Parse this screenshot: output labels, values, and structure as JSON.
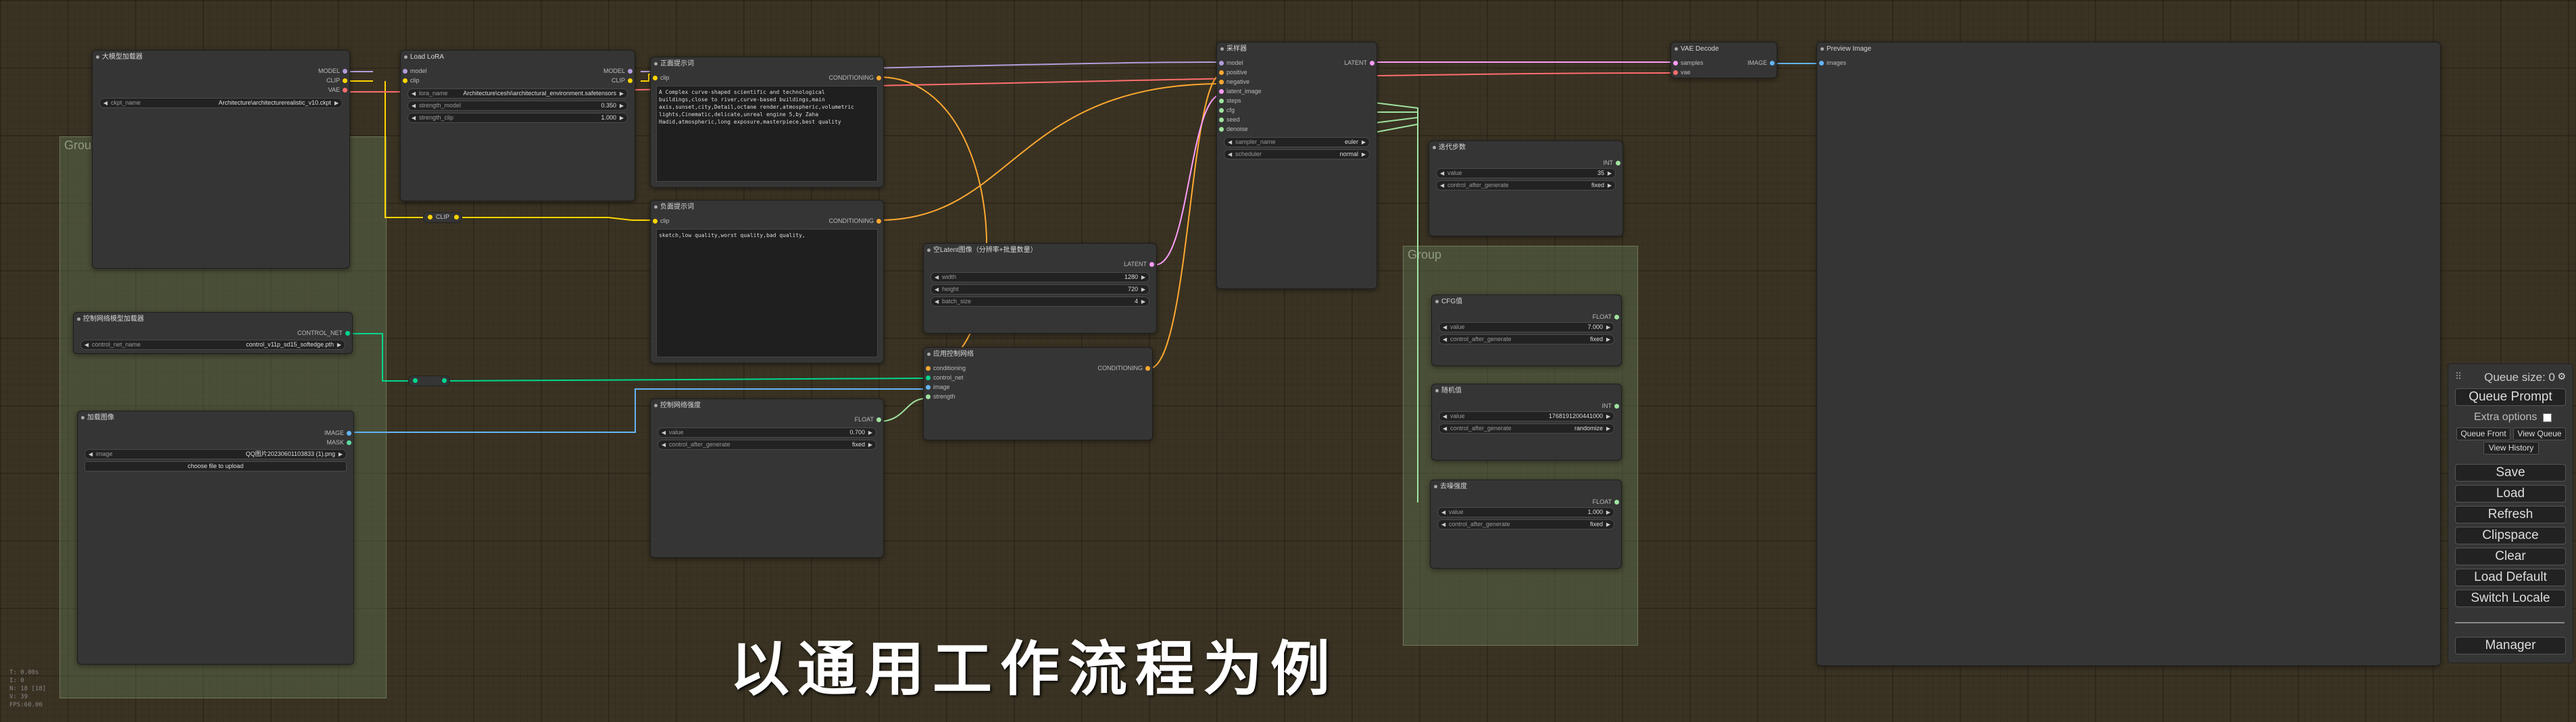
{
  "overlay_title": "以通用工作流程为例",
  "stats": {
    "line1": "T: 0.00s",
    "line2": "I: 0",
    "line3": "N: 18 [18]",
    "line4": "V: 39",
    "line5": "FPS:60.00"
  },
  "groups": {
    "left": "Group",
    "right": "Group"
  },
  "nodes": {
    "ckpt": {
      "title": "大模型加载器",
      "out_model": "MODEL",
      "out_clip": "CLIP",
      "out_vae": "VAE",
      "w_label": "ckpt_name",
      "w_value": "Architecture\\architecturerealistic_v10.ckpt"
    },
    "lora": {
      "title": "Load LoRA",
      "in_model": "model",
      "in_clip": "clip",
      "out_model": "MODEL",
      "out_clip": "CLIP",
      "w1_label": "lora_name",
      "w1_value": "Architecture\\ceshi\\architectural_environment.safetensors",
      "w2_label": "strength_model",
      "w2_value": "0.350",
      "w3_label": "strength_clip",
      "w3_value": "1.000"
    },
    "pos": {
      "title": "正面提示词",
      "in_clip": "clip",
      "out": "CONDITIONING",
      "text": "A Complex curve-shaped scientific and technological buildings,close to river,curve-based buildings,main axis,sunset,city,Detail,octane render,atmospheric,volumetric lights,Cinematic,delicate,unreal engine 5,by Zaha Hadid,atmospheric,long exposure,masterpiece,best quality"
    },
    "neg": {
      "title": "负面提示词",
      "in_clip": "clip",
      "out": "CONDITIONING",
      "text": "sketch,low quality,worst quality,bad quality,"
    },
    "clip_reroute": {
      "label": "CLIP"
    },
    "cn_loader": {
      "title": "控制网络模型加载器",
      "out": "CONTROL_NET",
      "w_label": "control_net_name",
      "w_value": "control_v11p_sd15_softedge.pth"
    },
    "load_image": {
      "title": "加载图像",
      "out_image": "IMAGE",
      "out_mask": "MASK",
      "w_label": "image",
      "w_value": "QQ图片20230601103833 (1).png",
      "upload": "choose file to upload"
    },
    "latent": {
      "title": "空Latent图像（分辨率+批量数量）",
      "out": "LATENT",
      "w1_label": "width",
      "w1_value": "1280",
      "w2_label": "height",
      "w2_value": "720",
      "w3_label": "batch_size",
      "w3_value": "4"
    },
    "apply_cn": {
      "title": "应用控制网络",
      "in1": "conditioning",
      "in2": "control_net",
      "in3": "image",
      "in4": "strength",
      "out": "CONDITIONING"
    },
    "strength": {
      "title": "控制网络强度",
      "out": "FLOAT",
      "w1_label": "value",
      "w1_value": "0.700",
      "w2_label": "control_after_generate",
      "w2_value": "fixed"
    },
    "ksampler": {
      "title": "采样器",
      "in": [
        "model",
        "positive",
        "negative",
        "latent_image",
        "steps",
        "cfg",
        "seed",
        "denoise"
      ],
      "out": "LATENT",
      "w1_label": "sampler_name",
      "w1_value": "euler",
      "w2_label": "scheduler",
      "w2_value": "normal"
    },
    "steps": {
      "title": "迭代步数",
      "out": "INT",
      "w1_label": "value",
      "w1_value": "35",
      "w2_label": "control_after_generate",
      "w2_value": "fixed"
    },
    "cfg": {
      "title": "CFG值",
      "out": "FLOAT",
      "w1_label": "value",
      "w1_value": "7.000",
      "w2_label": "control_after_generate",
      "w2_value": "fixed"
    },
    "seed": {
      "title": "随机值",
      "out": "INT",
      "w1_label": "value",
      "w1_value": "1768191200441000",
      "w2_label": "control_after_generate",
      "w2_value": "randomize"
    },
    "denoise": {
      "title": "去噪强度",
      "out": "FLOAT",
      "w1_label": "value",
      "w1_value": "1.000",
      "w2_label": "control_after_generate",
      "w2_value": "fixed"
    },
    "vae_decode": {
      "title": "VAE Decode",
      "in1": "samples",
      "in2": "vae",
      "out": "IMAGE"
    },
    "preview": {
      "title": "Preview Image",
      "in": "images"
    }
  },
  "menu": {
    "queue_size": "Queue size: 0",
    "queue_prompt": "Queue Prompt",
    "extra_options": "Extra options",
    "queue_front": "Queue Front",
    "view_queue": "View Queue",
    "view_history": "View History",
    "save": "Save",
    "load": "Load",
    "refresh": "Refresh",
    "clipspace": "Clipspace",
    "clear": "Clear",
    "load_default": "Load Default",
    "switch_locale": "Switch Locale",
    "manager": "Manager"
  },
  "colors": {
    "model": "#b39ddb",
    "clip": "#ffd500",
    "vae": "#ff6e6e",
    "conditioning": "#ffa931",
    "latent": "#ff9cf9",
    "image": "#64b5f6",
    "control_net": "#00d78d",
    "number": "#a0e4a0"
  }
}
